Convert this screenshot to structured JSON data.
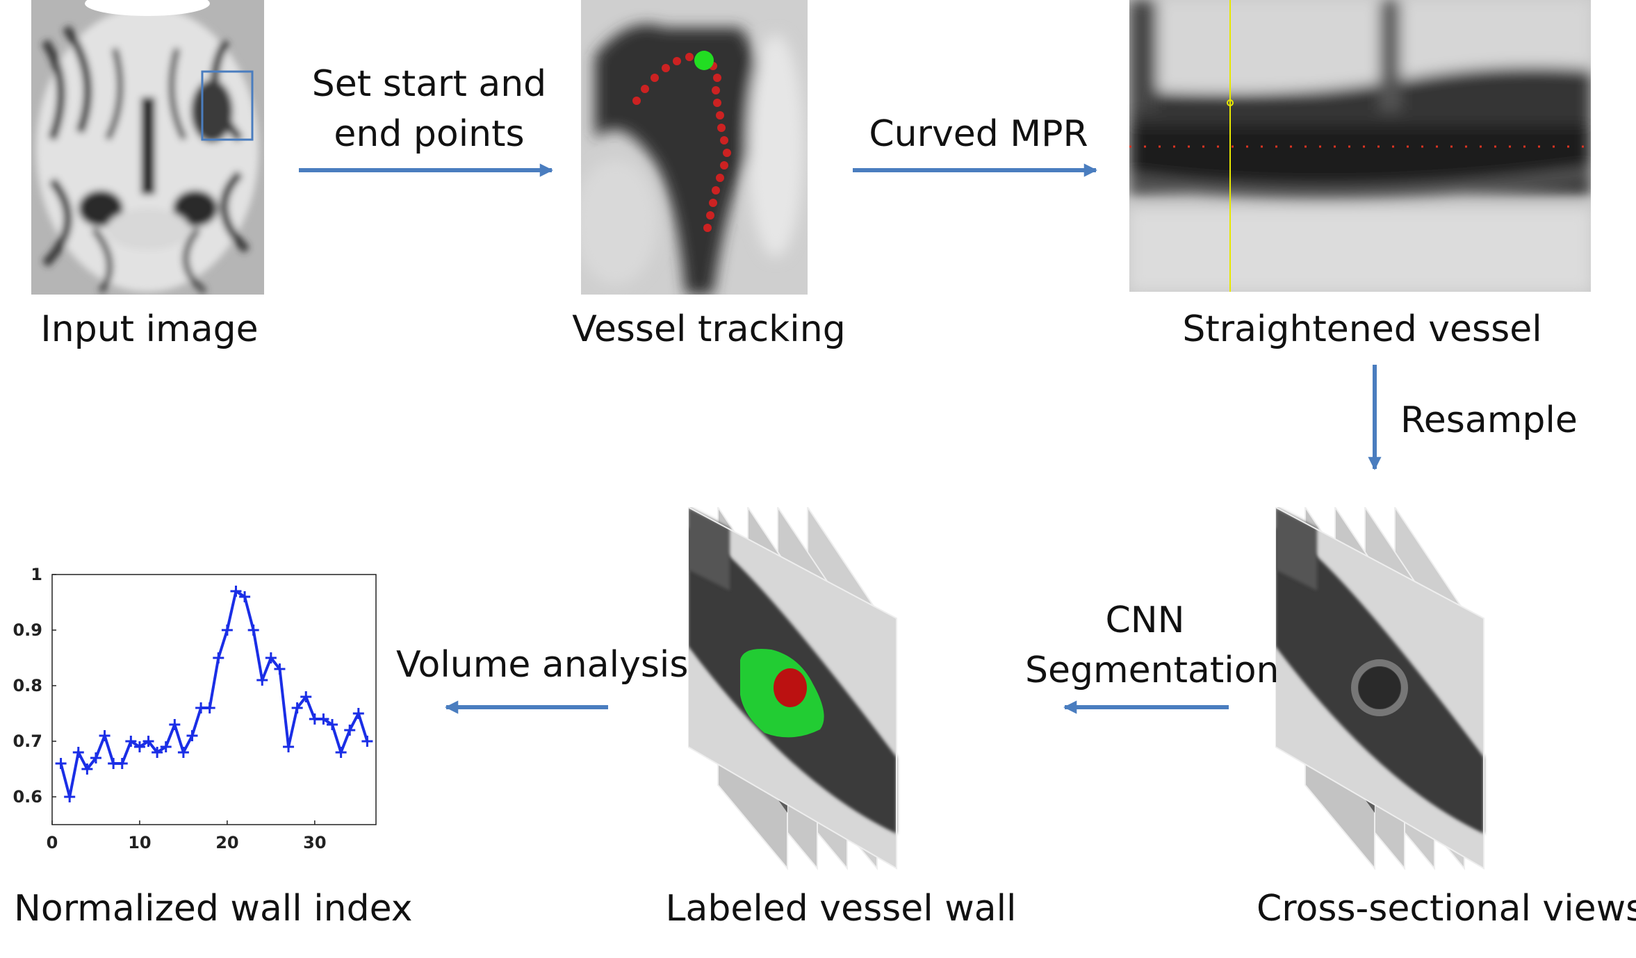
{
  "stages": {
    "input": "Input image",
    "tracking": "Vessel tracking",
    "straightened": "Straightened vessel",
    "cross": "Cross-sectional  views",
    "labeled": "Labeled vessel wall",
    "nwi": "Normalized wall index"
  },
  "steps": {
    "set_points": [
      "Set start and",
      "end points"
    ],
    "curved_mpr": "Curved  MPR",
    "resample": "Resample",
    "cnn": [
      "CNN",
      "Segmentation"
    ],
    "volume": "Volume  analysis"
  },
  "colors": {
    "arrow": "#4a7dbf",
    "tracking_path": "#cc2222",
    "endpoint": "#22dd22",
    "wall_label": "#22cc33",
    "lumen_label": "#bb1111",
    "plot_line": "#1a2ee6",
    "crosshair": "#e8e800"
  },
  "chart_data": {
    "type": "line",
    "x": [
      1,
      2,
      3,
      4,
      5,
      6,
      7,
      8,
      9,
      10,
      11,
      12,
      13,
      14,
      15,
      16,
      17,
      18,
      19,
      20,
      21,
      22,
      23,
      24,
      25,
      26,
      27,
      28,
      29,
      30,
      31,
      32,
      33,
      34,
      35,
      36
    ],
    "series": [
      {
        "values": [
          0.66,
          0.6,
          0.68,
          0.65,
          0.67,
          0.71,
          0.66,
          0.66,
          0.7,
          0.69,
          0.7,
          0.68,
          0.69,
          0.73,
          0.68,
          0.71,
          0.76,
          0.76,
          0.85,
          0.9,
          0.97,
          0.96,
          0.9,
          0.81,
          0.85,
          0.83,
          0.69,
          0.76,
          0.78,
          0.74,
          0.74,
          0.73,
          0.68,
          0.72,
          0.75,
          0.7
        ],
        "marker": "+"
      }
    ],
    "xlim": [
      0,
      37
    ],
    "ylim": [
      0.55,
      1.0
    ],
    "xticks": [
      "0",
      "10",
      "20",
      "30"
    ],
    "yticks": [
      "0.6",
      "0.7",
      "0.8",
      "0.9",
      "1"
    ],
    "grid": false
  }
}
